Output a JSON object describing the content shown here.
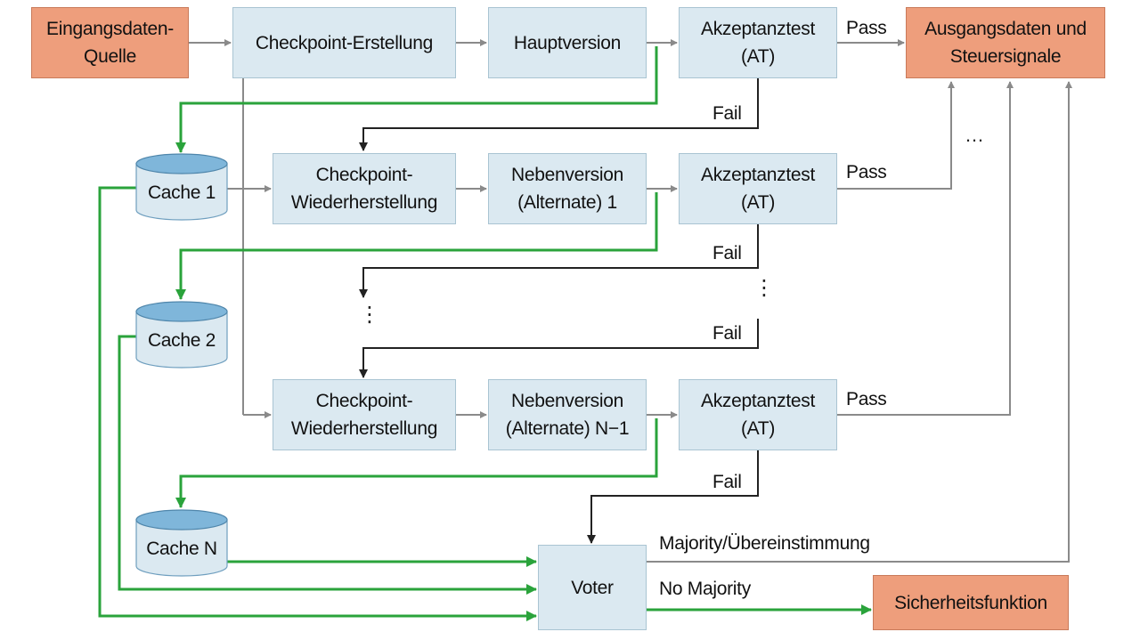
{
  "diagram": {
    "source": {
      "line1": "Eingangsdaten-",
      "line2": "Quelle"
    },
    "checkpoint_create": "Checkpoint-Erstellung",
    "main_version": "Hauptversion",
    "acceptance_test": {
      "line1": "Akzeptanztest",
      "line2": "(AT)"
    },
    "output": {
      "line1": "Ausgangsdaten und",
      "line2": "Steuersignale"
    },
    "checkpoint_restore": {
      "line1": "Checkpoint-",
      "line2": "Wiederherstellung"
    },
    "alternate_1": {
      "line1": "Nebenversion",
      "line2": "(Alternate) 1"
    },
    "alternate_n1": {
      "line1": "Nebenversion",
      "line2": "(Alternate) N−1"
    },
    "caches": [
      "Cache 1",
      "Cache 2",
      "Cache N"
    ],
    "voter": "Voter",
    "safety": "Sicherheitsfunktion",
    "labels": {
      "pass": "Pass",
      "fail": "Fail",
      "majority": "Majority/Übereinstimmung",
      "no_majority": "No Majority",
      "ellipsis_h": "…",
      "ellipsis_v": "⋮"
    },
    "colors": {
      "box_blue": "#dbe9f1",
      "box_salmon": "#ee9e7c",
      "line_gray": "#8a8a8a",
      "line_black": "#222222",
      "line_green": "#2aa33b",
      "cache_top": "#7fb6da",
      "cache_body": "#dbe9f1"
    }
  }
}
